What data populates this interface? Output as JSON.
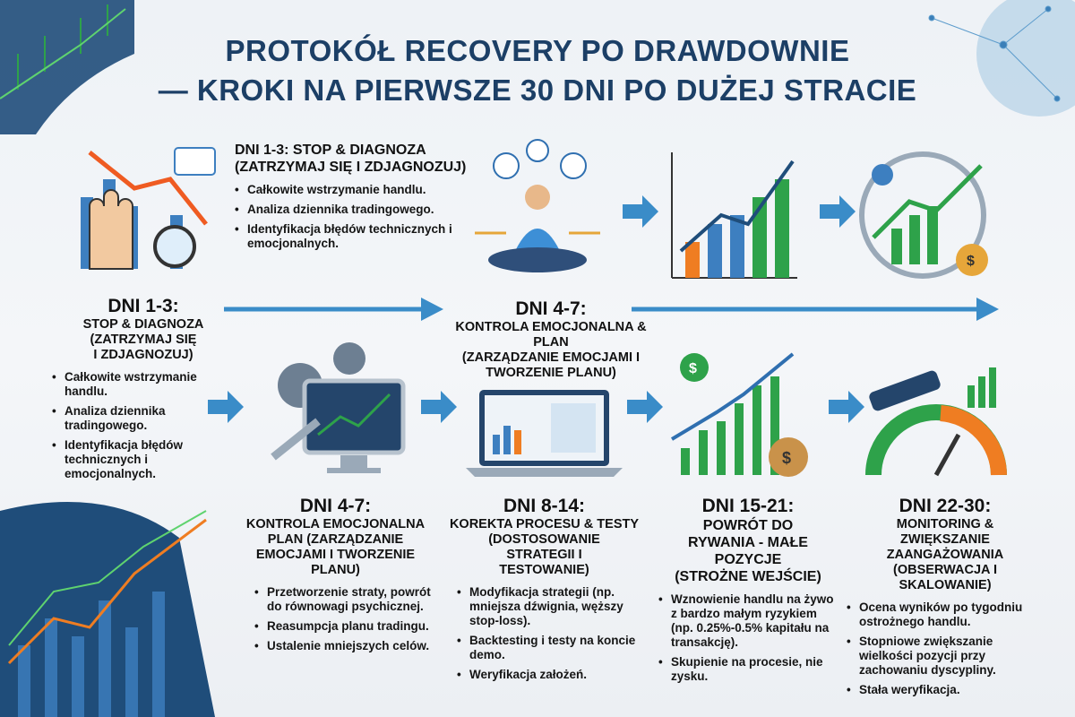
{
  "title": {
    "line1": "PROTOKÓŁ RECOVERY PO DRAWDOWNIE",
    "line2": "— KROKI NA PIERWSZE 30 DNI PO DUŻEJ STRACIE"
  },
  "colors": {
    "title": "#1c3f66",
    "arrow": "#3a8cc8",
    "green": "#2ea24a",
    "orange": "#ef7d22",
    "blue": "#2f6fb0"
  },
  "top_block": {
    "heading": "DNI 1-3: STOP & DIAGNOZA",
    "subheading": "(ZATRZYMAJ SIĘ I ZDJAGNOZUJ)",
    "bullets": [
      "Całkowite wstrzymanie handlu.",
      "Analiza dziennika tradingowego.",
      "Identyfikacja błędów technicznych i emocjonalnych."
    ]
  },
  "middle_block": {
    "day": "DNI 4-7:",
    "title": "KONTROLA EMOCJONALNA & PLAN",
    "subtitle": "(ZARZĄDZANIE EMOCJAMI I TWORZENIE PLANU)"
  },
  "steps": [
    {
      "day": "DNI 1-3:",
      "title": "STOP & DIAGNOZA",
      "subtitle": "(ZATRZYMAJ SIĘ I ZDJAGNOZUJ)",
      "bullets": [
        "Całkowite wstrzymanie handlu.",
        "Analiza dziennika tradingowego.",
        "Identyfikacja błędów technicznych i emocjonalnych."
      ]
    },
    {
      "day": "DNI 4-7:",
      "title": "KONTROLA EMOCJONALNA PLAN (ZARZĄDZANIE EMOCJAMI I TWORZENIE PLANU)",
      "subtitle": "",
      "bullets": [
        "Przetworzenie straty, powrót do równowagi psychicznej.",
        "Reasumpcja planu tradingu.",
        "Ustalenie mniejszych celów."
      ]
    },
    {
      "day": "DNI 8-14:",
      "title": "KOREKTA PROCESU & TESTY",
      "subtitle": "(DOSTOSOWANIE STRATEGII I TESTOWANIE)",
      "bullets": [
        "Modyfikacja strategii (np. mniejsza dźwignia, węższy stop-loss).",
        "Backtesting i testy na koncie demo.",
        "Weryfikacja założeń."
      ]
    },
    {
      "day": "DNI 15-21:",
      "title": "POWRÓT DO RYWANIA - MAŁE POZYCJE",
      "subtitle": "(STROŻNE WEJŚCIE)",
      "bullets": [
        "Wznowienie handlu na żywo z bardzo małym ryzykiem (np. 0.25%-0.5% kapitału na transakcję).",
        "Skupienie na procesie, nie zysku."
      ]
    },
    {
      "day": "DNI 22-30:",
      "title": "MONITORING & ZWIĘKSZANIE ZAANGAŻOWANIA",
      "subtitle": "(OBSERWACJA I SKALOWANIE)",
      "bullets": [
        "Ocena wyników po tygodniu ostrożnego handlu.",
        "Stopniowe zwiększanie wielkości pozycji przy zachowaniu dyscypliny.",
        "Stała weryfikacja."
      ]
    }
  ]
}
